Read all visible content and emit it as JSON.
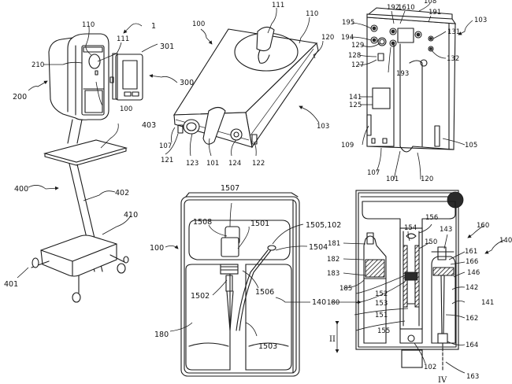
{
  "figures": [
    {
      "id": "fig-cart-system",
      "description": "Mobile cart with mounted device",
      "labels": [
        "1",
        "110",
        "111",
        "301",
        "210",
        "200",
        "300",
        "100",
        "403",
        "400",
        "402",
        "410",
        "401"
      ]
    },
    {
      "id": "fig-cartridge-perspective",
      "description": "Cartridge perspective view",
      "labels": [
        "111",
        "110",
        "100",
        "120",
        "103",
        "107",
        "121",
        "123",
        "101",
        "124",
        "122"
      ]
    },
    {
      "id": "fig-cartridge-back",
      "description": "Cartridge rear view",
      "labels": [
        "108",
        "192",
        "1610",
        "191",
        "103",
        "195",
        "194",
        "131",
        "129",
        "128",
        "127",
        "193",
        "132",
        "141",
        "125",
        "109",
        "105",
        "107",
        "101",
        "120"
      ]
    },
    {
      "id": "fig-cartridge-interior",
      "description": "Cartridge interior with bags",
      "labels": [
        "1507",
        "1508",
        "1501",
        "1505,102",
        "1504",
        "100",
        "1502",
        "1506",
        "140",
        "180",
        "1503"
      ]
    },
    {
      "id": "fig-cross-section",
      "description": "Cartridge cross-section",
      "labels": [
        "156",
        "154",
        "143",
        "160",
        "140",
        "181",
        "150",
        "161",
        "182",
        "166",
        "183",
        "146",
        "185",
        "142",
        "152",
        "153",
        "141",
        "180",
        "151",
        "162",
        "155",
        "II",
        "164",
        "102",
        "163",
        "IV"
      ]
    }
  ],
  "labels": {
    "f1_ref1": "1",
    "f1_110": "110",
    "f1_111": "111",
    "f1_301": "301",
    "f1_210": "210",
    "f1_200": "200",
    "f1_300": "300",
    "f1_100": "100",
    "f1_403": "403",
    "f1_400": "400",
    "f1_402": "402",
    "f1_410": "410",
    "f1_401": "401",
    "f2_111": "111",
    "f2_110": "110",
    "f2_100": "100",
    "f2_120": "120",
    "f2_103": "103",
    "f2_107": "107",
    "f2_121": "121",
    "f2_123": "123",
    "f2_101": "101",
    "f2_124": "124",
    "f2_122": "122",
    "f3_108": "108",
    "f3_192": "192",
    "f3_1610": "1610",
    "f3_191": "191",
    "f3_103": "103",
    "f3_195": "195",
    "f3_194": "194",
    "f3_131": "131",
    "f3_129": "129",
    "f3_128": "128",
    "f3_127": "127",
    "f3_193": "193",
    "f3_132": "132",
    "f3_141": "141",
    "f3_125": "125",
    "f3_109": "109",
    "f3_105": "105",
    "f3_107": "107",
    "f3_101": "101",
    "f3_120": "120",
    "f4_1507": "1507",
    "f4_1508": "1508",
    "f4_1501": "1501",
    "f4_1505": "1505,102",
    "f4_1504": "1504",
    "f4_100": "100",
    "f4_1502": "1502",
    "f4_1506": "1506",
    "f4_140": "140",
    "f4_180": "180",
    "f4_1503": "1503",
    "f5_156": "156",
    "f5_154": "154",
    "f5_143": "143",
    "f5_160": "160",
    "f5_140": "140",
    "f5_181": "181",
    "f5_150": "150",
    "f5_161": "161",
    "f5_182": "182",
    "f5_166": "166",
    "f5_183": "183",
    "f5_146": "146",
    "f5_185": "185",
    "f5_142": "142",
    "f5_152": "152",
    "f5_153": "153",
    "f5_141": "141",
    "f5_180": "180",
    "f5_151": "151",
    "f5_162": "162",
    "f5_155": "155",
    "f5_II": "II",
    "f5_164": "164",
    "f5_102": "102",
    "f5_163": "163",
    "f5_IV": "IV"
  },
  "colors": {
    "line": "#1a1a1a",
    "background": "#ffffff"
  }
}
